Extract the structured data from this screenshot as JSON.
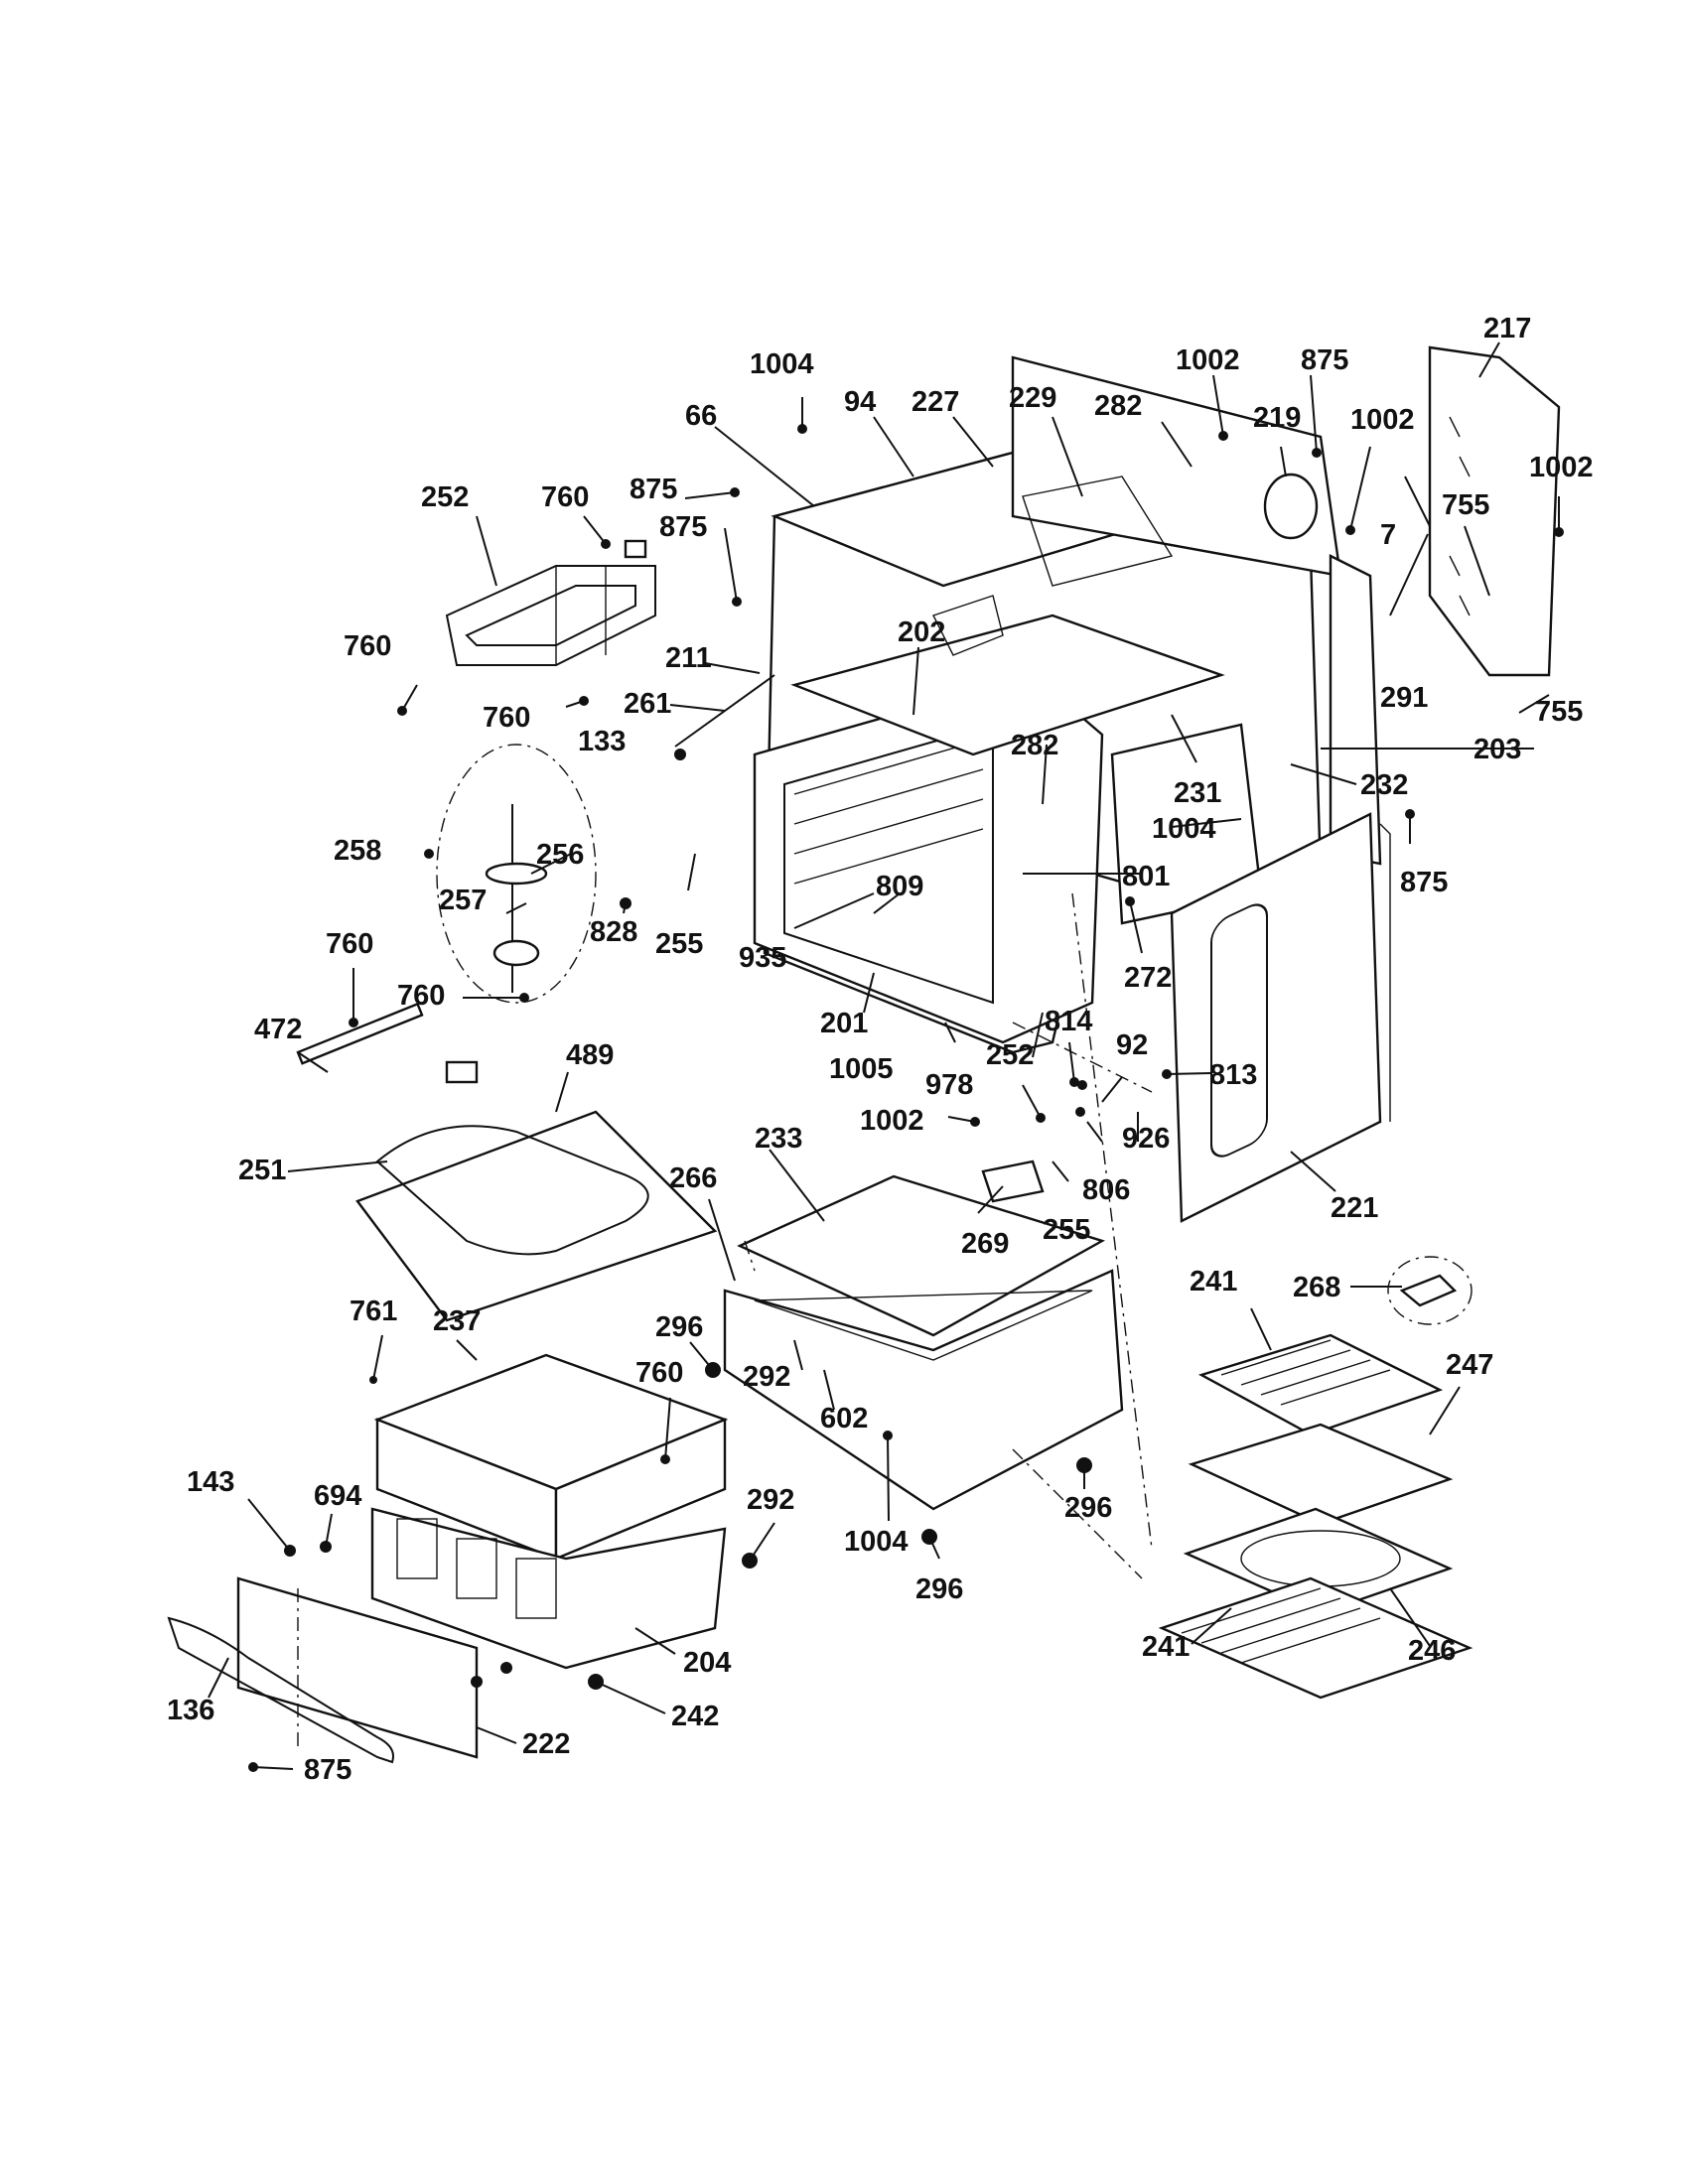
{
  "callouts": [
    "1004",
    "94",
    "227",
    "229",
    "282",
    "1002",
    "875",
    "217",
    "66",
    "875",
    "219",
    "1002",
    "1002",
    "252",
    "760",
    "875",
    "755",
    "7",
    "211",
    "202",
    "261",
    "133",
    "760",
    "760",
    "291",
    "755",
    "203",
    "282",
    "231",
    "232",
    "258",
    "256",
    "1004",
    "257",
    "801",
    "875",
    "809",
    "760",
    "828",
    "255",
    "935",
    "272",
    "760",
    "201",
    "814",
    "472",
    "489",
    "1005",
    "252",
    "92",
    "978",
    "1002",
    "813",
    "233",
    "926",
    "251",
    "266",
    "806",
    "255",
    "269",
    "221",
    "241",
    "268",
    "761",
    "237",
    "296",
    "247",
    "760",
    "292",
    "602",
    "143",
    "694",
    "292",
    "296",
    "1004",
    "296",
    "204",
    "241",
    "246",
    "136",
    "242",
    "222",
    "875"
  ]
}
